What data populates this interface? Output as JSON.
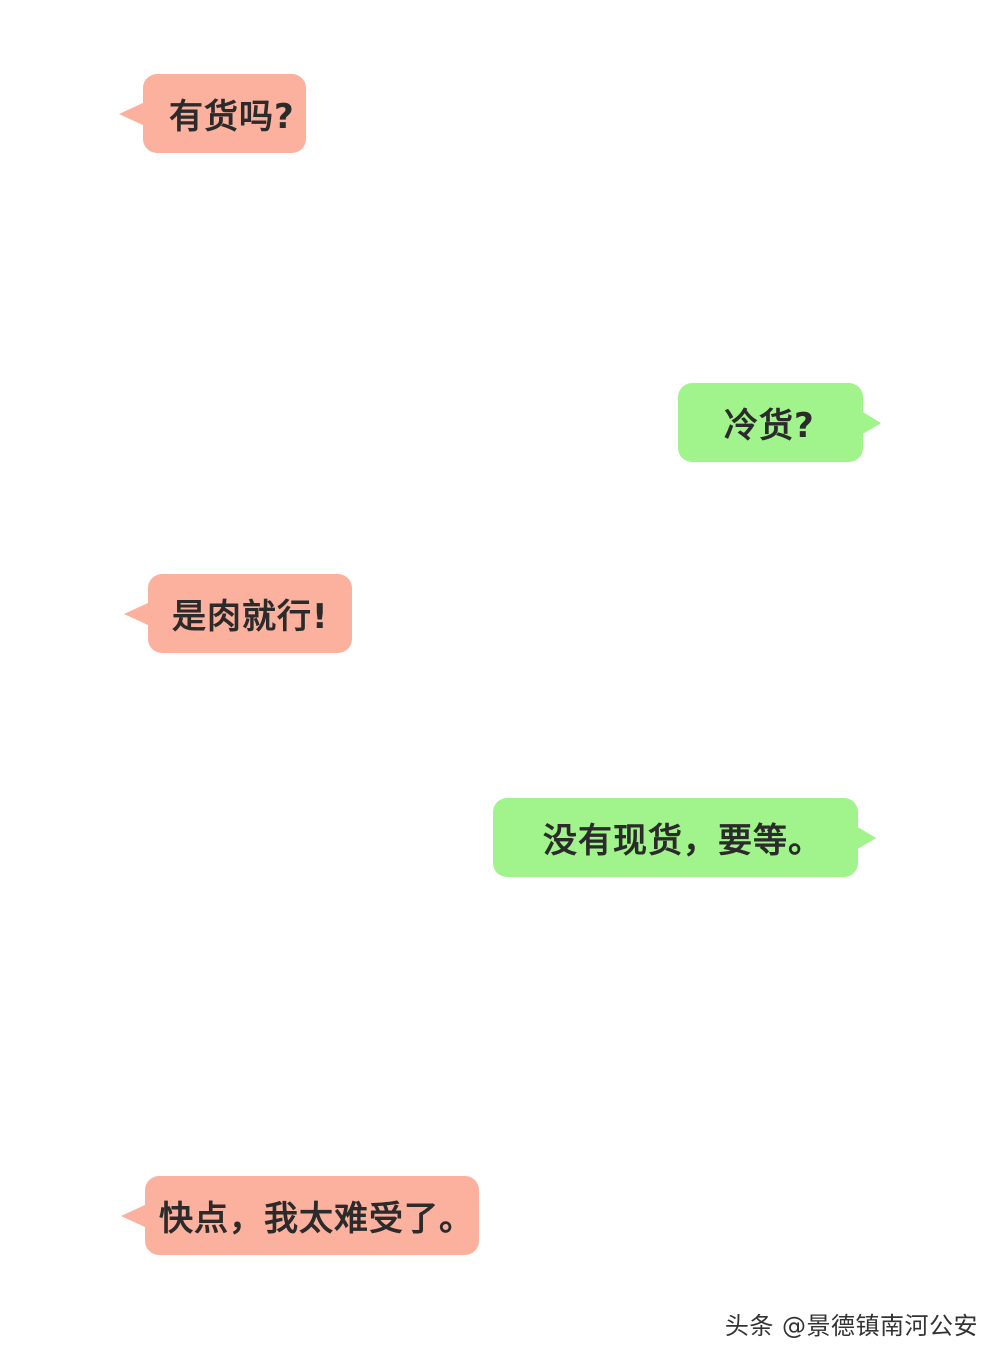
{
  "messages": [
    {
      "side": "left",
      "text": "有货吗?"
    },
    {
      "side": "right",
      "text": "冷货?"
    },
    {
      "side": "left",
      "text": "是肉就行!"
    },
    {
      "side": "right",
      "text": "没有现货，要等。"
    },
    {
      "side": "left",
      "text": "快点，我太难受了。"
    }
  ],
  "watermark": "头条 @景德镇南河公安",
  "colors": {
    "incoming_bubble": "#fcb19e",
    "outgoing_bubble": "#a1f48c",
    "text": "#2b2b2b",
    "background": "#ffffff"
  }
}
